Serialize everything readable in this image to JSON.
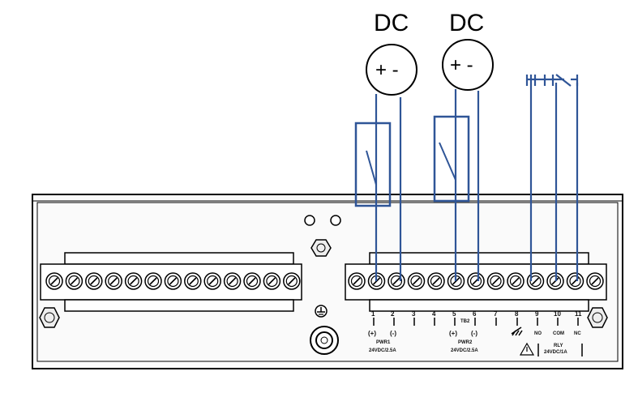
{
  "sources": [
    {
      "label": "DC",
      "polarity": "+ -"
    },
    {
      "label": "DC",
      "polarity": "+ -"
    }
  ],
  "terminal_numbers": [
    "1",
    "2",
    "3",
    "4",
    "5",
    "6",
    "7",
    "8",
    "9",
    "10",
    "11"
  ],
  "block_label": "TB2",
  "pin_marks": {
    "plus1": "(+)",
    "minus1": "(-)",
    "plus2": "(+)",
    "minus2": "(-)",
    "no": "NO",
    "com": "COM",
    "nc": "NC"
  },
  "groups": {
    "pwr1_name": "PWR1",
    "pwr1_rating": "24VDC/2.5A",
    "pwr2_name": "PWR2",
    "pwr2_rating": "24VDC/2.5A",
    "rly_name": "RLY",
    "rly_rating": "24VDC/1A"
  },
  "colors": {
    "wire": "#2f5597",
    "outline": "#000000",
    "chassis": "#f2f2f2"
  }
}
